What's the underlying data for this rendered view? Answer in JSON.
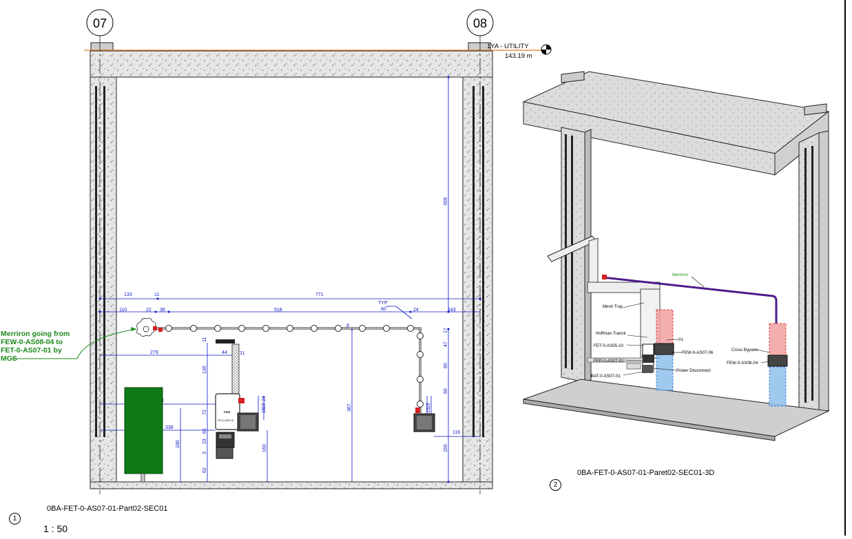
{
  "grid_lines": {
    "left": "07",
    "right": "08"
  },
  "level": {
    "name": "1YA - UTILITY",
    "elevation": "143.19 m"
  },
  "note_text": "Merriron going from\nFEW-0-AS08-04 to\nFET-0-AS07-01 by\nMGS",
  "dims": {
    "d133": "133",
    "d11a": "11",
    "d771": "771",
    "d110": "110",
    "d22": "22",
    "d36": "36",
    "d518": "518",
    "typ": "TYP",
    "d60": "60",
    "d24": "24",
    "d143": "143",
    "d605": "605",
    "d279": "279",
    "d44": "44",
    "d11b": "11",
    "d11c": "11",
    "d130": "130",
    "d17": "17",
    "d47": "47",
    "d60b": "60",
    "d60c": "60",
    "d283": "283",
    "d338": "338",
    "d367": "367",
    "d15a": "15",
    "d15b": "15",
    "d116": "116",
    "d180": "180",
    "d160a": "160",
    "d160b": "160",
    "d72": "72",
    "d65": "65",
    "d23": "23",
    "d3": "3",
    "d62": "62",
    "d24b": "24",
    "d15c": "15",
    "d15d": "15",
    "d8": "8"
  },
  "labels_3d": {
    "merriron": "Merriron",
    "mesh_tray": "Mesh Tray",
    "hoffman": "Hoffman Tranck",
    "fet_as05": "FET-0-AS05-10",
    "d01": "01",
    "few_as07": "FEW-0-AS07-06",
    "fep": "FEP-0-AS07-01",
    "power": "Power Disconnect",
    "bat": "BAT-0-AS07-01",
    "cross_bypass": "Cross Bypass",
    "few_as08": "FEW-0-AS08-04"
  },
  "views": {
    "view1_number": "1",
    "view1_title": "0BA-FET-0-AS07-01-Part02-SEC01",
    "view1_scale": "1 : 50",
    "view2_number": "2",
    "view2_title": "0BA-FET-0-AS07-01-Paret02-SEC01-3D"
  },
  "equipment_label": "FET-0-AS07-01",
  "colors": {
    "dimension": "#0a14c8",
    "note": "#1a8a1a",
    "red": "#d42020",
    "purple": "#4b1c8a",
    "green_panel": "#0e7a14"
  }
}
